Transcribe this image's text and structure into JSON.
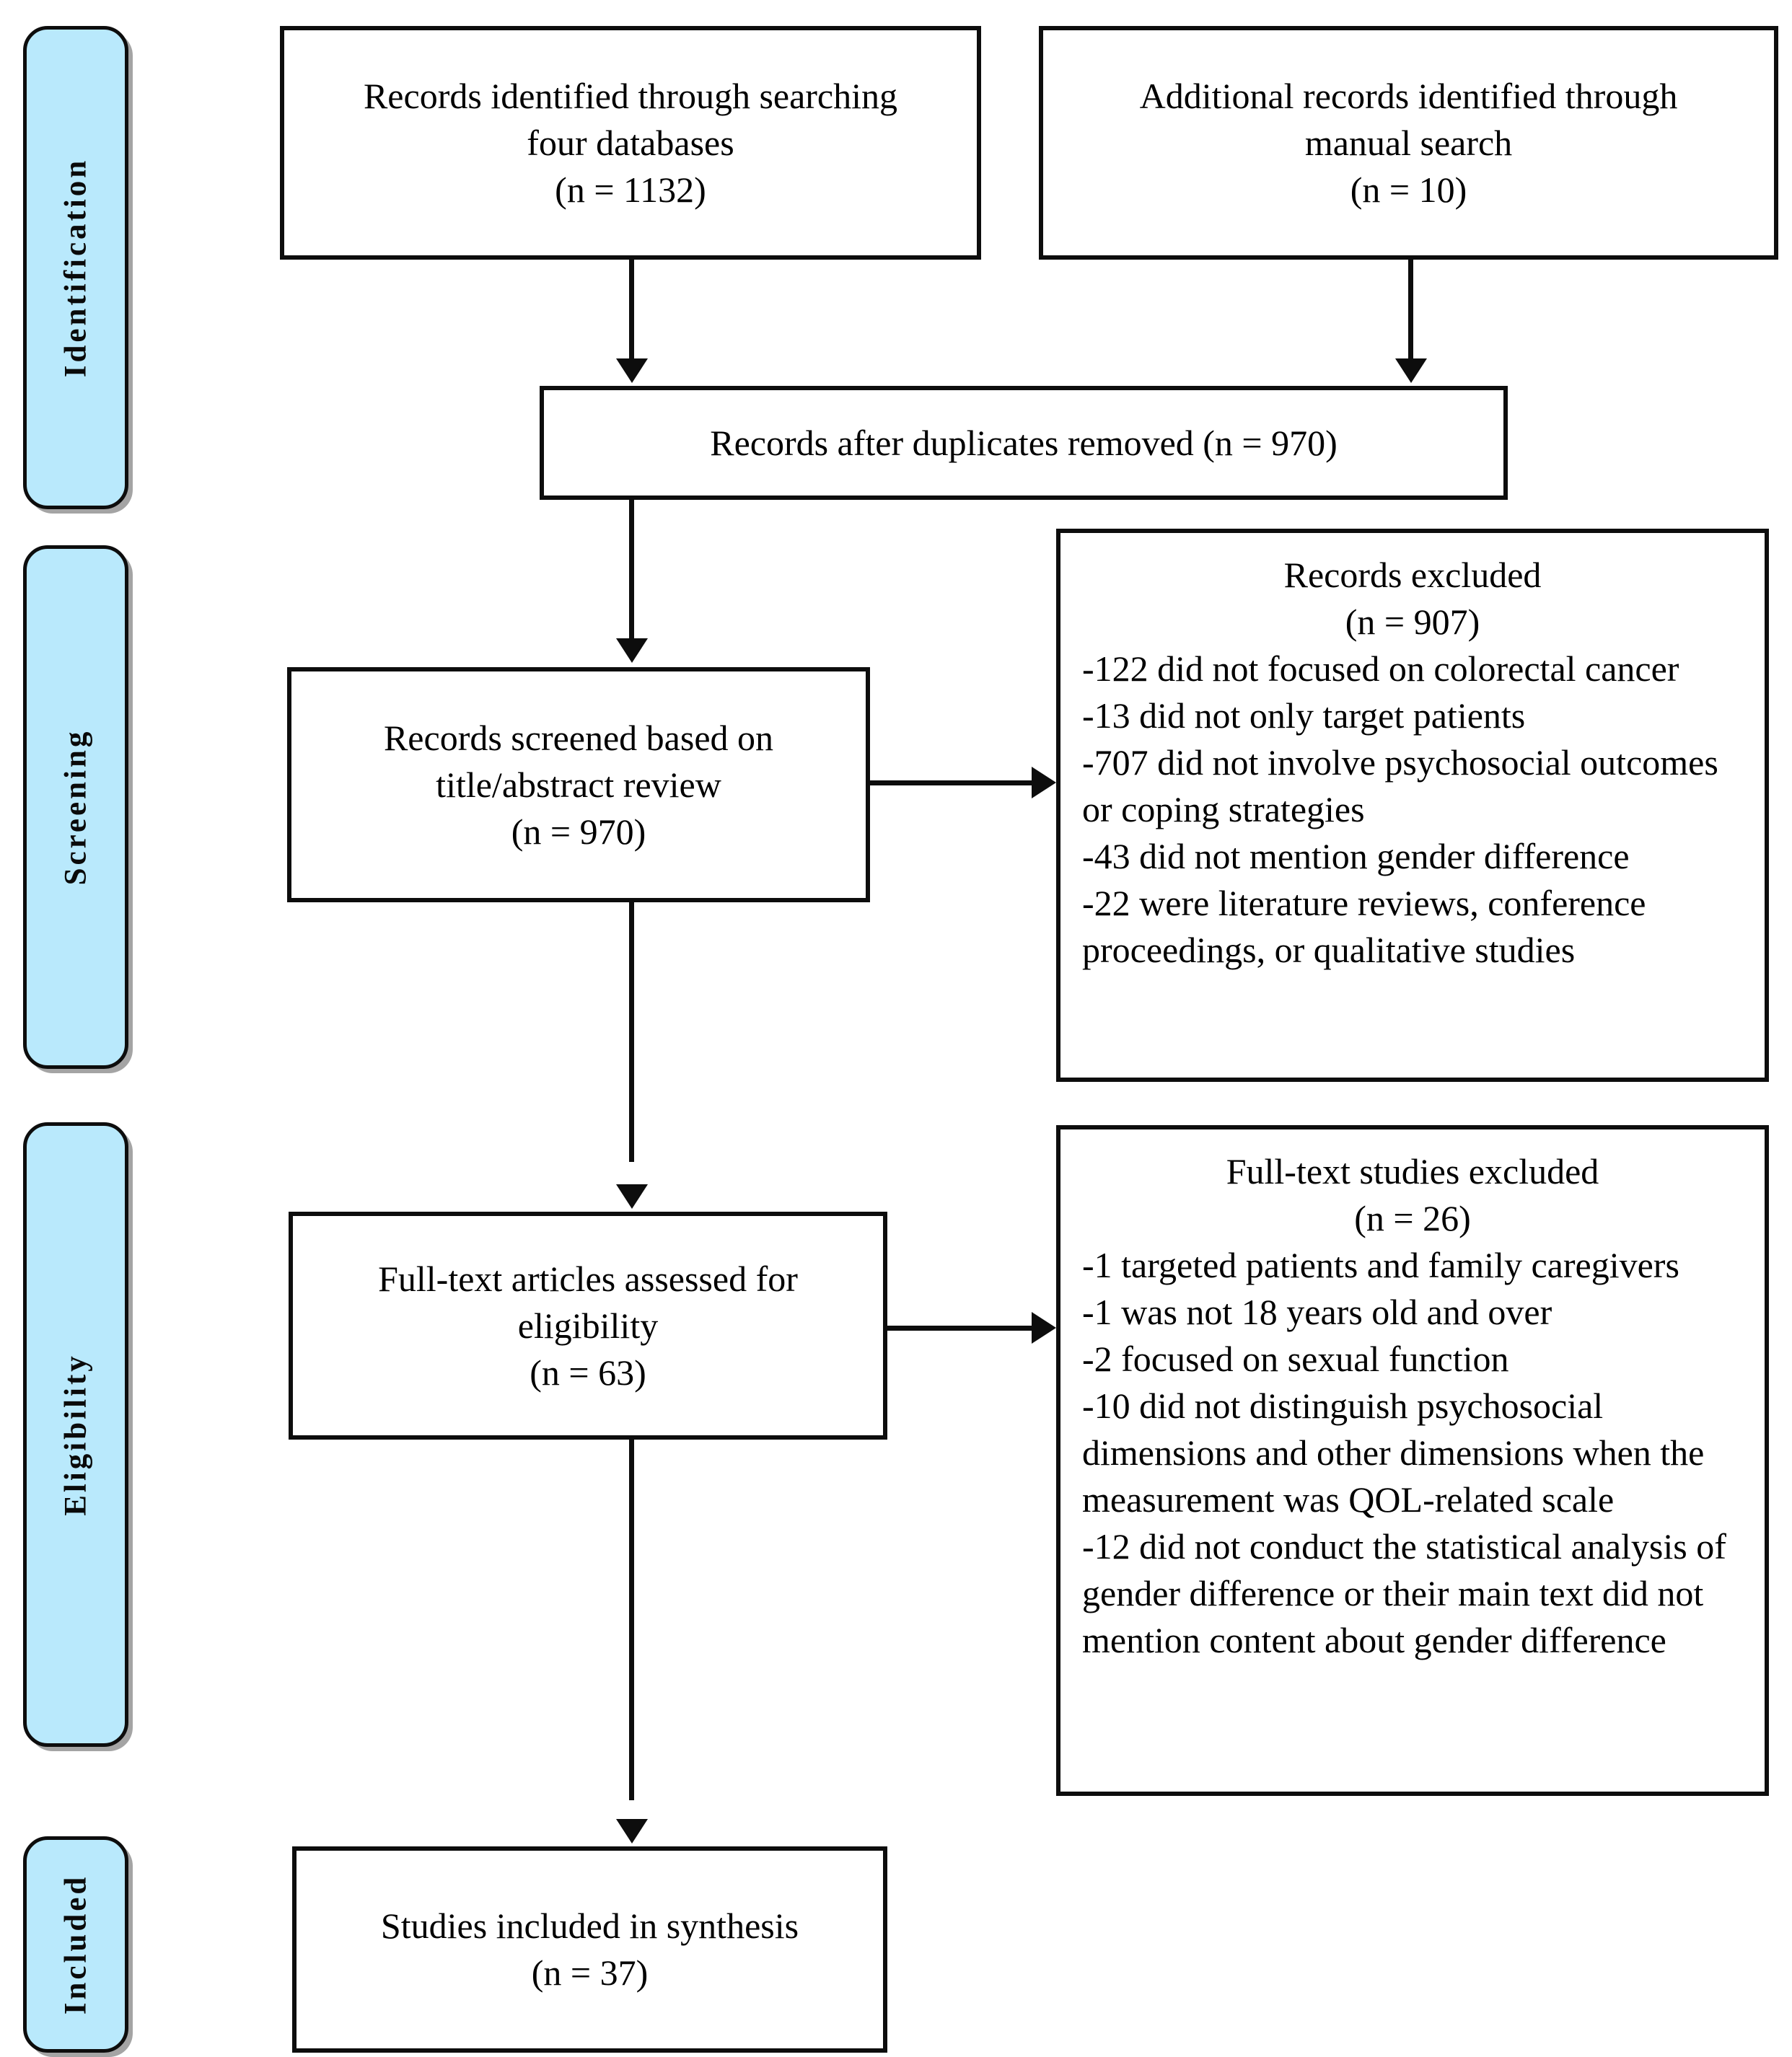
{
  "diagram": {
    "type": "prisma-flow-diagram",
    "title": "PRISMA study selection flow diagram",
    "accent_color": "#b9e9fc",
    "line_color": "#0d0d0d",
    "background_color": "#ffffff"
  },
  "stages": [
    {
      "id": "identification",
      "label": "Identification"
    },
    {
      "id": "screening",
      "label": "Screening"
    },
    {
      "id": "eligibility",
      "label": "Eligibility"
    },
    {
      "id": "included",
      "label": "Included"
    }
  ],
  "boxes": {
    "records_identified": {
      "lines": [
        "Records identified through searching",
        "four databases",
        "(n = 1132)"
      ]
    },
    "additional_records": {
      "lines": [
        "Additional records identified through",
        "manual search",
        "(n = 10)"
      ]
    },
    "after_duplicates": {
      "lines": [
        "Records after duplicates removed (n = 970)"
      ]
    },
    "records_screened": {
      "lines": [
        "Records screened based on",
        "title/abstract review",
        "(n = 970)"
      ]
    },
    "records_excluded": {
      "heading": [
        "Records excluded",
        "(n = 907)"
      ],
      "items": [
        "-122 did not focused on colorectal cancer",
        "-13 did not only target patients",
        "-707 did not involve psychosocial outcomes or coping strategies",
        "-43 did not mention gender difference",
        "-22 were literature reviews, conference proceedings, or qualitative studies"
      ]
    },
    "fulltext_assessed": {
      "lines": [
        "Full-text articles assessed for",
        "eligibility",
        "(n = 63)"
      ]
    },
    "fulltext_excluded": {
      "heading": [
        "Full-text studies excluded",
        "(n = 26)"
      ],
      "items": [
        "-1 targeted patients and family caregivers",
        "-1 was not 18 years old and over",
        "-2 focused on sexual function",
        "-10 did not distinguish psychosocial dimensions and other dimensions when the measurement was QOL-related scale",
        "-12 did not conduct the statistical analysis of gender difference or their main text did not mention content about gender difference"
      ]
    },
    "studies_included": {
      "lines": [
        "Studies included in synthesis",
        "(n = 37)"
      ]
    }
  },
  "counts": {
    "identified_databases": 1132,
    "identified_manual": 10,
    "after_duplicates": 970,
    "screened": 970,
    "records_excluded": 907,
    "fulltext_assessed": 63,
    "fulltext_excluded": 26,
    "included": 37
  }
}
